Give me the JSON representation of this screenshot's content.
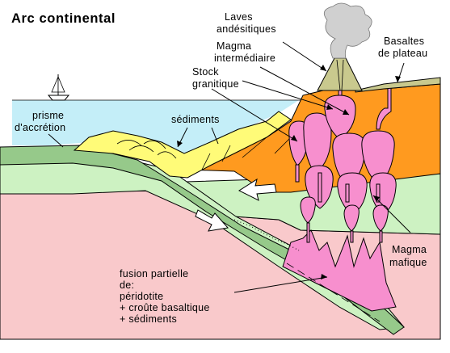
{
  "title": "Arc continental",
  "labels": {
    "laves": [
      "Laves",
      "andésitiques"
    ],
    "basaltes": [
      "Basaltes",
      "de plateau"
    ],
    "magma_inter": [
      "Magma",
      "intermédiaire"
    ],
    "stock": [
      "Stock",
      "granitique"
    ],
    "prisme": [
      "prisme",
      "d'accrétion"
    ],
    "sediments": "sédiments",
    "magma_mafique": [
      "Magma",
      "mafique"
    ],
    "fusion": [
      "fusion partielle",
      "de:",
      "péridotite",
      "+ croûte basaltique",
      "+ sédiments"
    ]
  },
  "colors": {
    "sea": "#c4eef8",
    "oceanic_crust": "#96c98a",
    "lithosphere": "#cdf2c2",
    "mantle": "#f9c9cb",
    "continent": "#ff9a1f",
    "sediments": "#fffb78",
    "magma": "#f78fce",
    "volcano": "#c9c98e",
    "plume": "#d0d0d0"
  },
  "icons": [
    "boat-icon",
    "volcano-icon",
    "smoke-plume-icon",
    "flow-arrow-icon"
  ]
}
